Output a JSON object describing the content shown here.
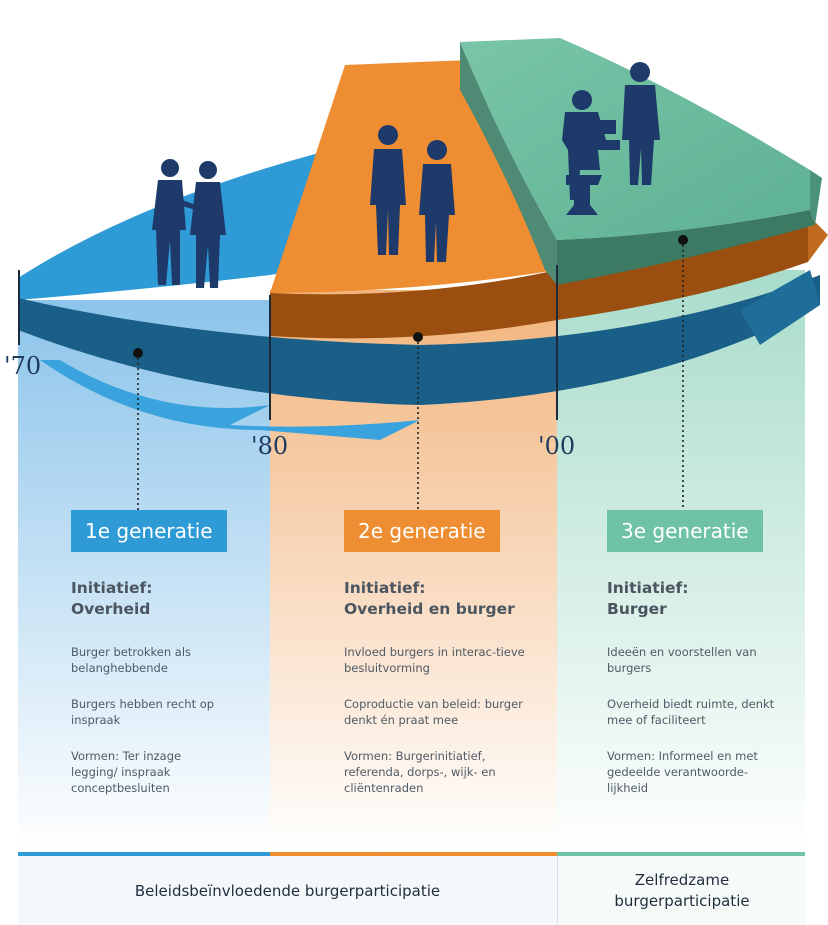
{
  "colors": {
    "gen1": "#2e9bd6",
    "gen2": "#ef8d32",
    "gen3": "#6fc2a5",
    "dark_blue": "#1a5f87",
    "dark_orange": "#9a4f10",
    "dark_green": "#4f8a75"
  },
  "years": [
    "'70",
    "'80",
    "'00"
  ],
  "generations": [
    {
      "badge": "1e generatie",
      "title_line1": "Initiatief:",
      "title_line2": "Overheid",
      "items": [
        "Burger betrokken als belanghebbende",
        "Burgers hebben recht op inspraak",
        "Vormen: Ter inzage legging/ inspraak conceptbesluiten"
      ]
    },
    {
      "badge": "2e generatie",
      "title_line1": "Initiatief:",
      "title_line2": "Overheid en burger",
      "items": [
        "Invloed burgers in interac-tieve besluitvorming",
        "Coproductie van beleid: burger denkt én praat mee",
        "Vormen: Burgerinitiatief, referenda, dorps-, wijk- en cliëntenraden"
      ]
    },
    {
      "badge": "3e generatie",
      "title_line1": "Initiatief:",
      "title_line2": "Burger",
      "items": [
        "Ideeën en voorstellen van burgers",
        "Overheid biedt ruimte, denkt mee of faciliteert",
        "Vormen: Informeel en met gedeelde verantwoorde-lijkheid"
      ]
    }
  ],
  "footer": {
    "left": "Beleidsbeïnvloedende burgerparticipatie",
    "right_line1": "Zelfredzame",
    "right_line2": "burgerparticipatie"
  },
  "icons": [
    "people-handshake-icon",
    "people-talking-icon",
    "people-office-icon"
  ]
}
